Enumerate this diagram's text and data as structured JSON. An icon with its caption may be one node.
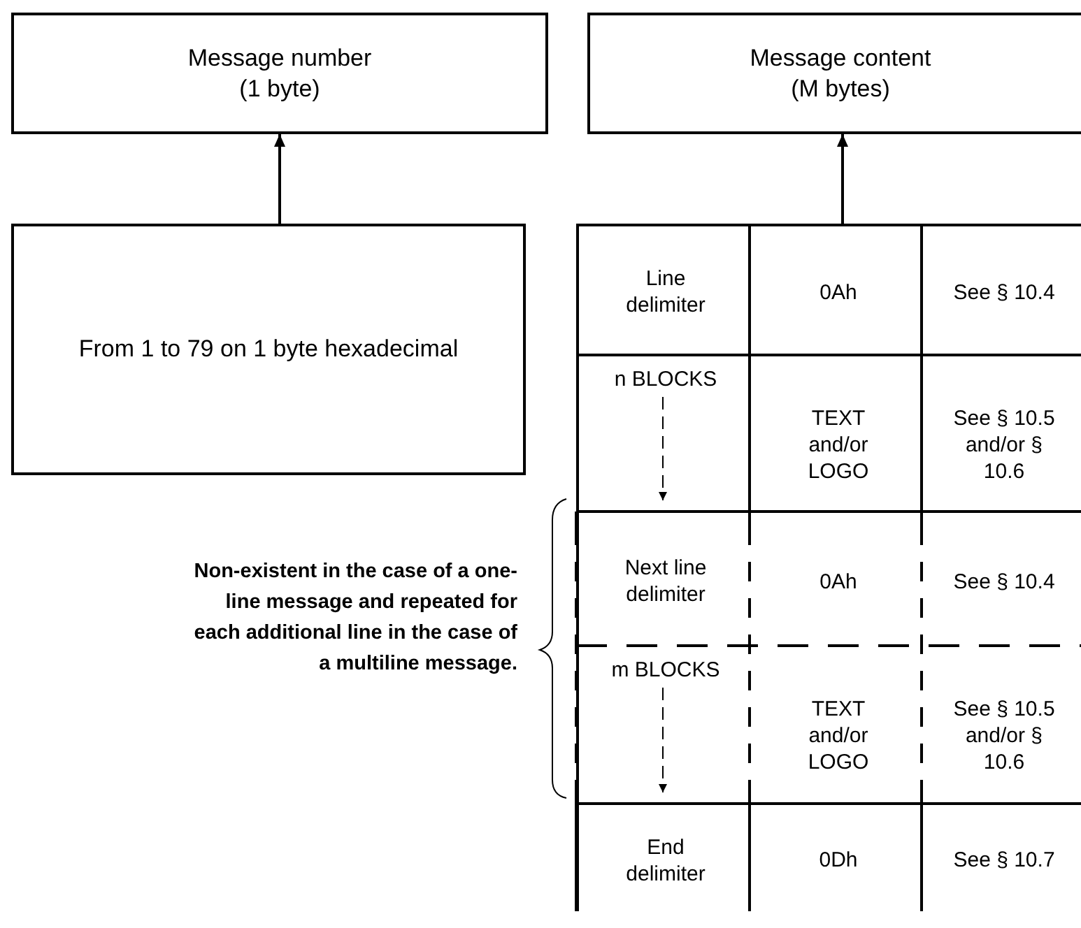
{
  "diagram": {
    "nodes": [
      {
        "text": [
          "Message number (1 byte)"
        ]
      },
      {
        "text": [
          "Message content (M bytes)"
        ]
      },
      {
        "text": [
          "From 1 to 79 on 1 byte hexadecimal"
        ]
      },
      {
        "text": [],
        "shape": "box"
      }
    ],
    "edges": [
      {
        "from": 2,
        "to": 0,
        "arrow": "to"
      },
      {
        "from": 3,
        "to": 1,
        "arrow": "to"
      }
    ],
    "labels": [
      "Line delimiter",
      "0Ah",
      "See § 10.4",
      "n BLOCKS",
      "TEXT and/or LOGO",
      "See § 10.5 and/or § 10.6",
      "Next line delimiter",
      "0Ah",
      "See § 10.4",
      "m BLOCKS",
      "TEXT and/or LOGO",
      "See § 10.5 and/or § 10.6",
      "End delimiter",
      "0Dh",
      "See § 10.7",
      "Non-existent in the case of a one-line message and repeated for each additional line in the case of a multiline message."
    ]
  }
}
